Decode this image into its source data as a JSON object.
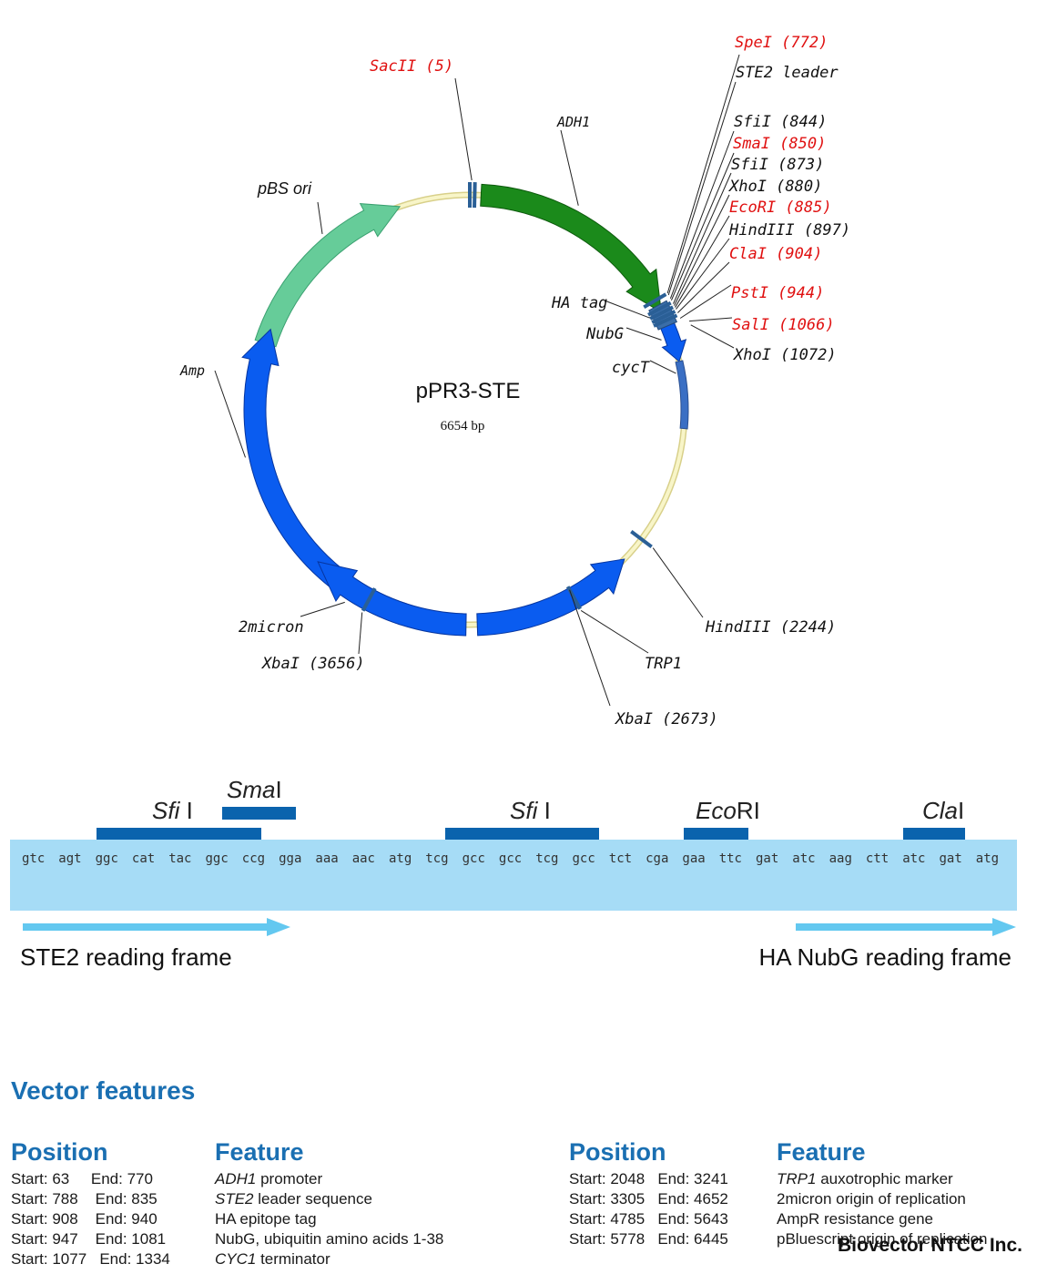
{
  "plasmid": {
    "name": "pPR3-STE",
    "size": "6654 bp"
  },
  "map_labels": {
    "sacII": "SacII (5)",
    "speI": "SpeI (772)",
    "ste2_leader": "STE2 leader",
    "sfiI_844": "SfiI (844)",
    "smaI_850": "SmaI (850)",
    "sfiI_873": "SfiI (873)",
    "xhoI_880": "XhoI (880)",
    "ecoRI_885": "EcoRI (885)",
    "hindIII_897": "HindIII (897)",
    "claI_904": "ClaI (904)",
    "pstI_944": "PstI (944)",
    "salI_1066": "SalI (1066)",
    "xhoI_1072": "XhoI (1072)",
    "adh1": "ADH1",
    "pbs_ori": "pBS ori",
    "amp": "Amp",
    "ha_tag": "HA tag",
    "nubg": "NubG",
    "cyct": "cycT",
    "hindIII_2244": "HindIII (2244)",
    "trp1": "TRP1",
    "xbaI_2673": "XbaI (2673)",
    "twomicron": "2micron",
    "xbaI_3656": "XbaI (3656)"
  },
  "colors": {
    "red_site": "#e01010",
    "green_dark": "#1b8a1b",
    "green_light": "#66cc99",
    "blue_feature": "#0a5cf0",
    "backbone": "#f4f0b0",
    "seq_band": "#a6dcf6",
    "site_bar": "#0a63ad",
    "heading_blue": "#1a6fb2"
  },
  "sequence": {
    "codons": [
      "gtc",
      "agt",
      "ggc",
      "cat",
      "tac",
      "ggc",
      "ccg",
      "gga",
      "aaa",
      "aac",
      "atg",
      "tcg",
      "gcc",
      "gcc",
      "tcg",
      "gcc",
      "tct",
      "cga",
      "gaa",
      "ttc",
      "gat",
      "atc",
      "aag",
      "ctt",
      "atc",
      "gat",
      "atg"
    ],
    "sites": [
      {
        "name_italic": "Sfi",
        "name_roman": " I"
      },
      {
        "name_italic": "Sma",
        "name_roman": "I"
      },
      {
        "name_italic": "Sfi",
        "name_roman": " I"
      },
      {
        "name_italic": "Eco",
        "name_roman": "RI"
      },
      {
        "name_italic": "Cla",
        "name_roman": "I"
      }
    ],
    "frame_left": "STE2 reading frame",
    "frame_right": "HA NubG reading frame"
  },
  "features": {
    "title": "Vector features",
    "position_header": "Position",
    "feature_header": "Feature",
    "left": [
      {
        "position": "Start: 63     End: 770",
        "italic": "ADH1",
        "rest": " promoter"
      },
      {
        "position": "Start: 788    End: 835",
        "italic": "STE2",
        "rest": " leader sequence"
      },
      {
        "position": "Start: 908    End: 940",
        "italic": "",
        "rest": "HA epitope tag"
      },
      {
        "position": "Start: 947    End: 1081",
        "italic": "",
        "rest": "NubG, ubiquitin amino acids 1-38"
      },
      {
        "position": "Start: 1077   End: 1334",
        "italic": "CYC1",
        "rest": " terminator"
      }
    ],
    "right": [
      {
        "position": "Start: 2048   End: 3241",
        "italic": "TRP1",
        "rest": " auxotrophic marker"
      },
      {
        "position": "Start: 3305   End: 4652",
        "italic": "",
        "rest": "2micron origin of replication"
      },
      {
        "position": "Start: 4785   End: 5643",
        "italic": "",
        "rest": "AmpR resistance gene"
      },
      {
        "position": "Start: 5778   End: 6445",
        "italic": "",
        "rest": "pBluescript origin of replication"
      }
    ]
  },
  "brand": "Biovector NTCC Inc."
}
